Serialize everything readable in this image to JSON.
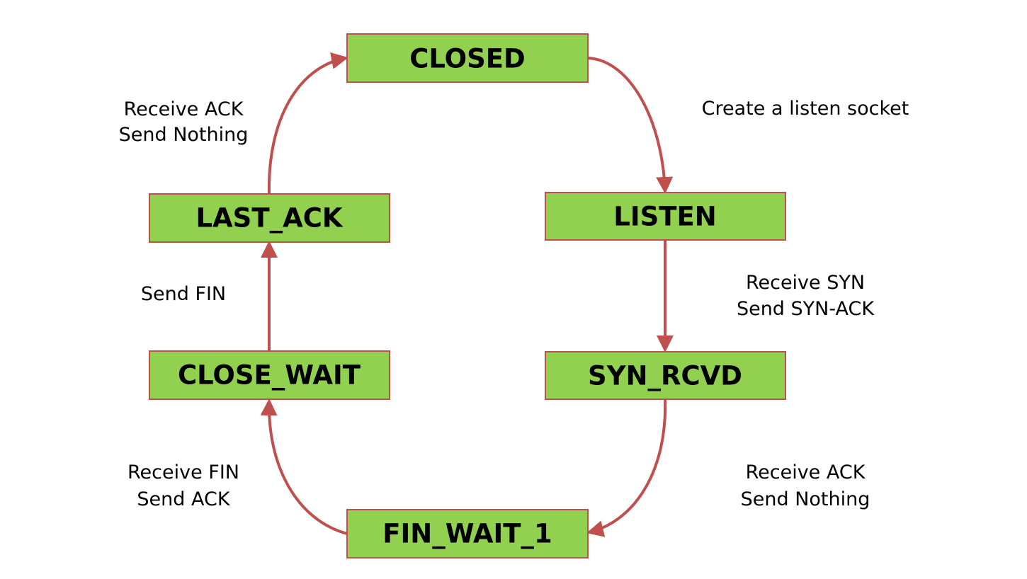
{
  "colors": {
    "state_fill": "#92d050",
    "state_border": "#c0504d",
    "arrow": "#c0504d"
  },
  "states": {
    "closed": "CLOSED",
    "listen": "LISTEN",
    "syn_rcvd": "SYN_RCVD",
    "fin_wait_1": "FIN_WAIT_1",
    "close_wait": "CLOSE_WAIT",
    "last_ack": "LAST_ACK"
  },
  "transitions": {
    "closed_to_listen": {
      "line1": "Create a listen socket"
    },
    "listen_to_syn_rcvd": {
      "line1": "Receive SYN",
      "line2": "Send SYN-ACK"
    },
    "syn_rcvd_to_fin_wait_1": {
      "line1": "Receive ACK",
      "line2": "Send Nothing"
    },
    "fin_wait_1_to_close_wait": {
      "line1": "Receive FIN",
      "line2": "Send ACK"
    },
    "close_wait_to_last_ack": {
      "line1": "Send FIN"
    },
    "last_ack_to_closed": {
      "line1": "Receive ACK",
      "line2": "Send Nothing"
    }
  }
}
